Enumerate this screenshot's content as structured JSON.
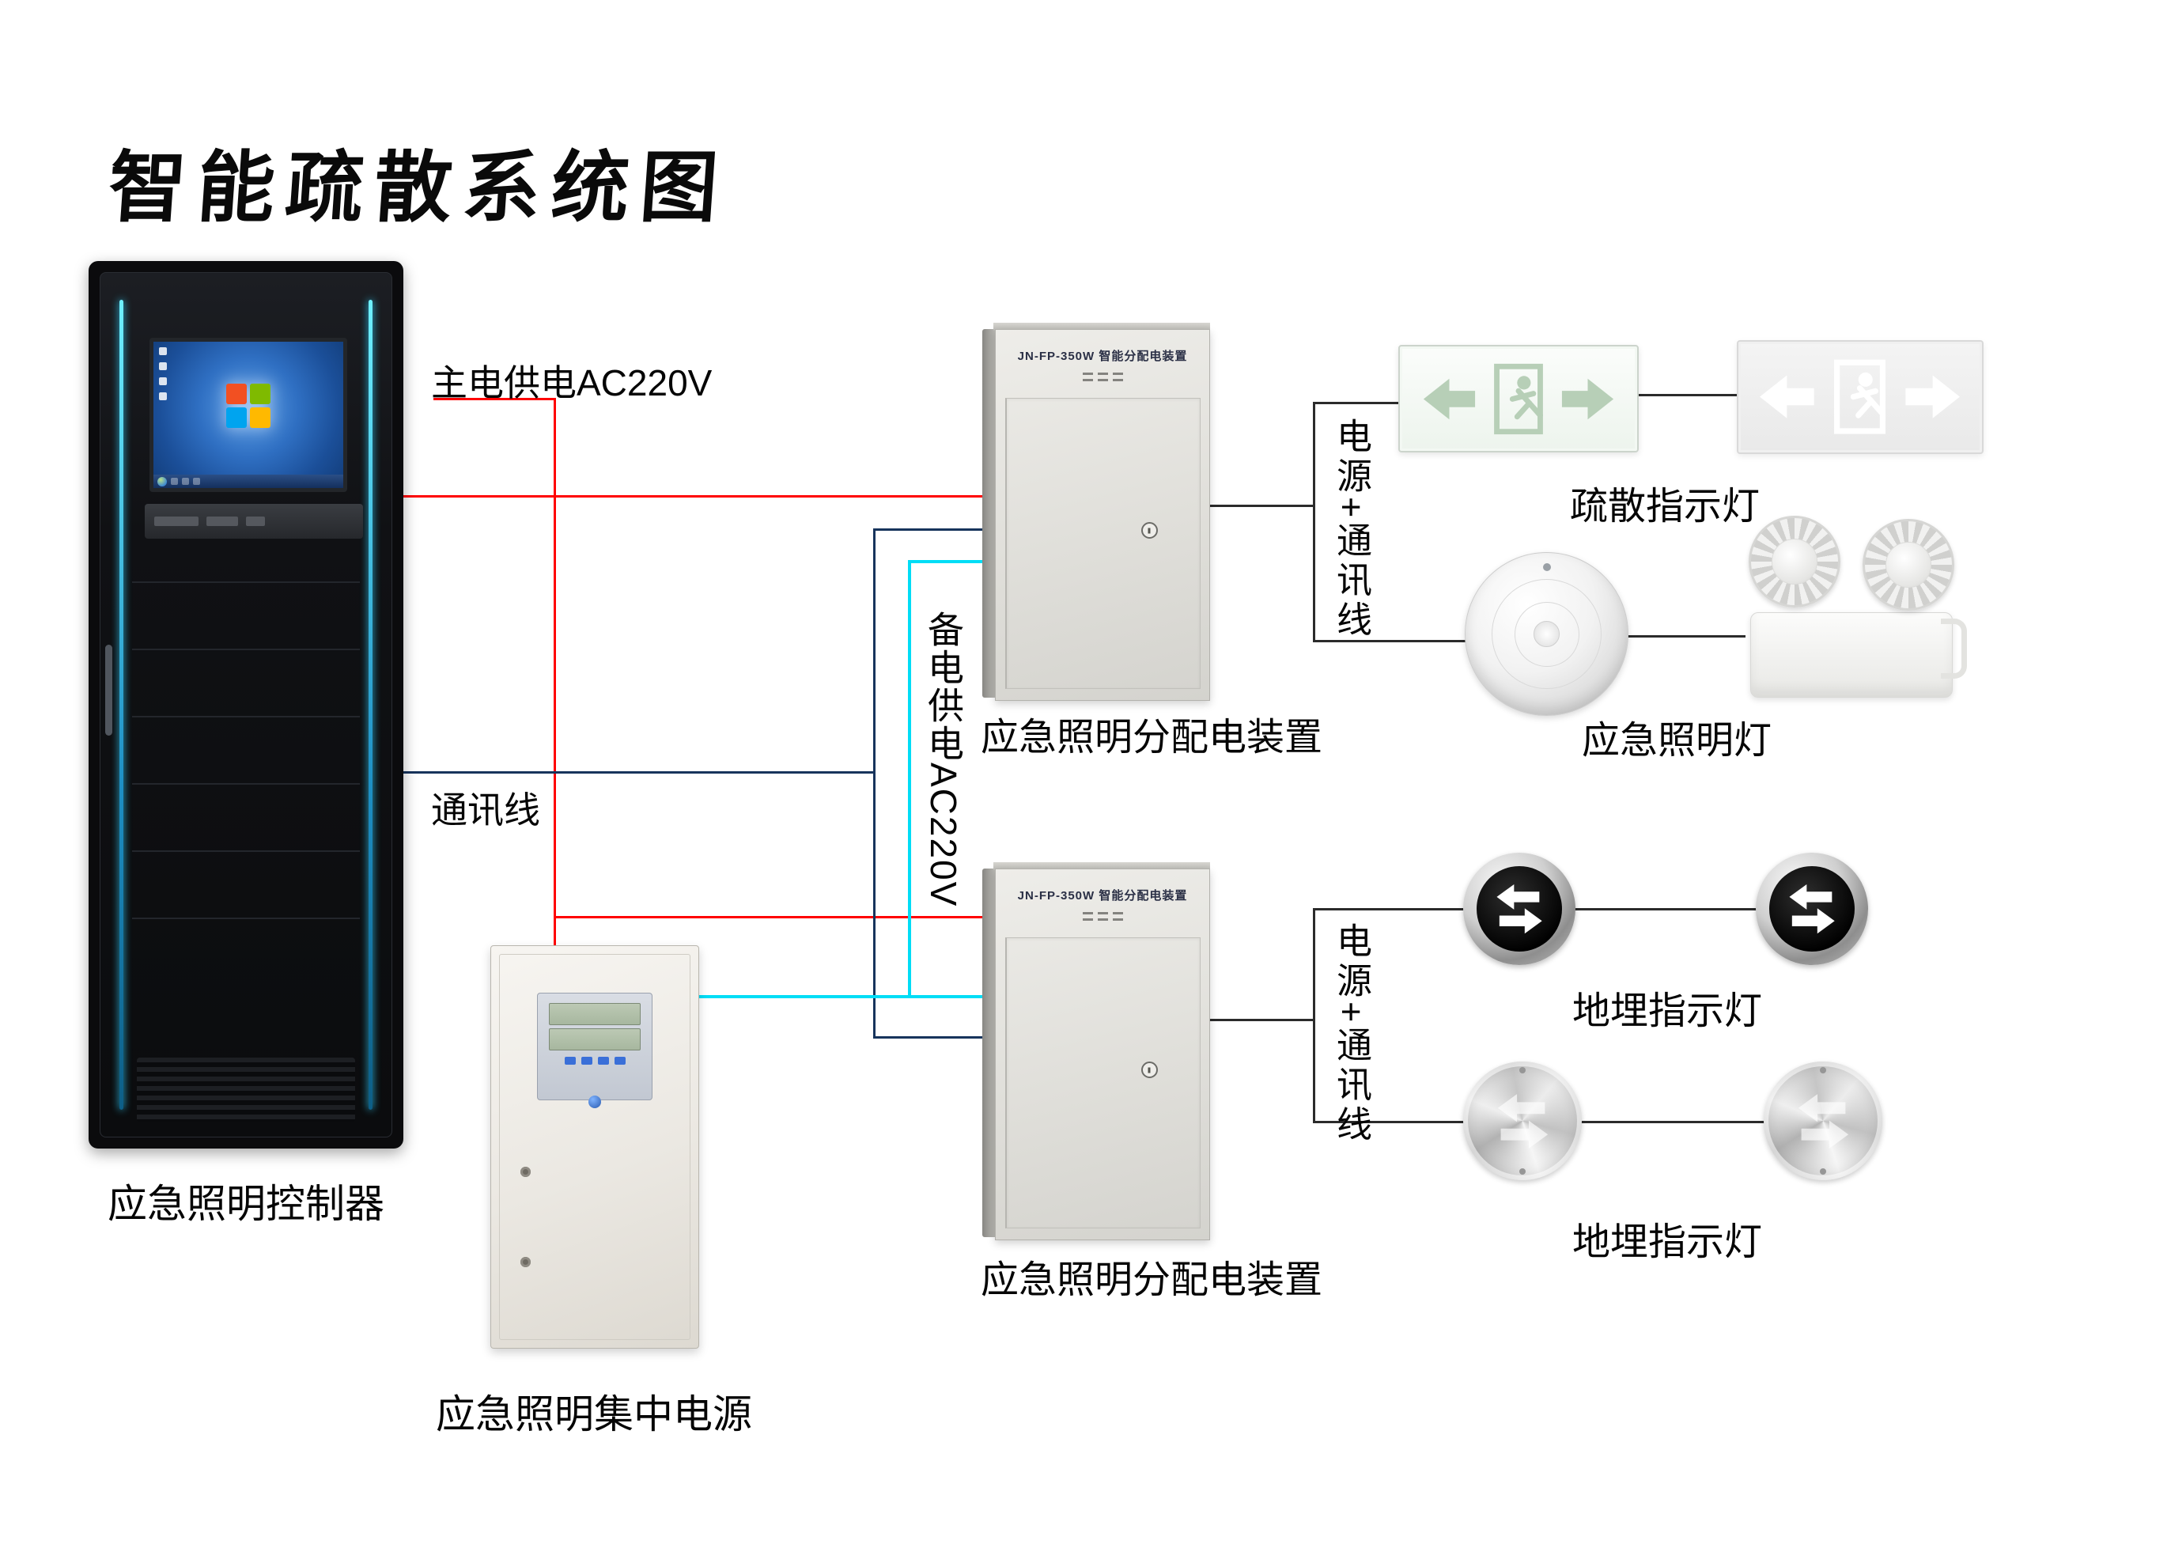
{
  "title": "智能疏散系统图",
  "controller": {
    "label": "应急照明控制器"
  },
  "central_power": {
    "label": "应急照明集中电源"
  },
  "distribution_boxes": [
    {
      "panel_title": "JN-FP-350W 智能分配电装置",
      "label": "应急照明分配电装置"
    },
    {
      "panel_title": "JN-FP-350W 智能分配电装置",
      "label": "应急照明分配电装置"
    }
  ],
  "wires": {
    "main_power_label": "主电供电AC220V",
    "comm_label": "通讯线",
    "backup_power_label": "备电供电AC220V",
    "branch_labels": [
      "电源+通讯线",
      "电源+通讯线"
    ],
    "colors": {
      "main_power": "#ff0000",
      "comm": "#17345c",
      "backup_power": "#00ddf6",
      "branch": "#2b2b2b"
    }
  },
  "devices": {
    "exit_signs": {
      "label": "疏散指示灯"
    },
    "emergency_lights": {
      "label": "应急照明灯"
    },
    "ground_lights_top": {
      "label": "地埋指示灯"
    },
    "ground_lights_bottom": {
      "label": "地埋指示灯"
    }
  },
  "icons": {
    "exit_pictogram": "running-man-with-door-and-arrows",
    "ground_light_pictogram": "double-opposite-arrows",
    "windows_logo": "four-color-flag"
  }
}
